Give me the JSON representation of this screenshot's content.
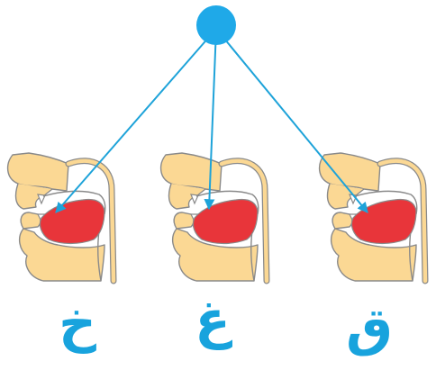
{
  "colors": {
    "circle": "#1fa9e8",
    "arrow": "#1ea3d9",
    "skin": "#fbd894",
    "outline": "#8a8a8a",
    "tongue": "#e8353a",
    "letter": "#18a3dd"
  },
  "panels": [
    {
      "letter": "خ"
    },
    {
      "letter": "غ"
    },
    {
      "letter": "ق"
    }
  ]
}
